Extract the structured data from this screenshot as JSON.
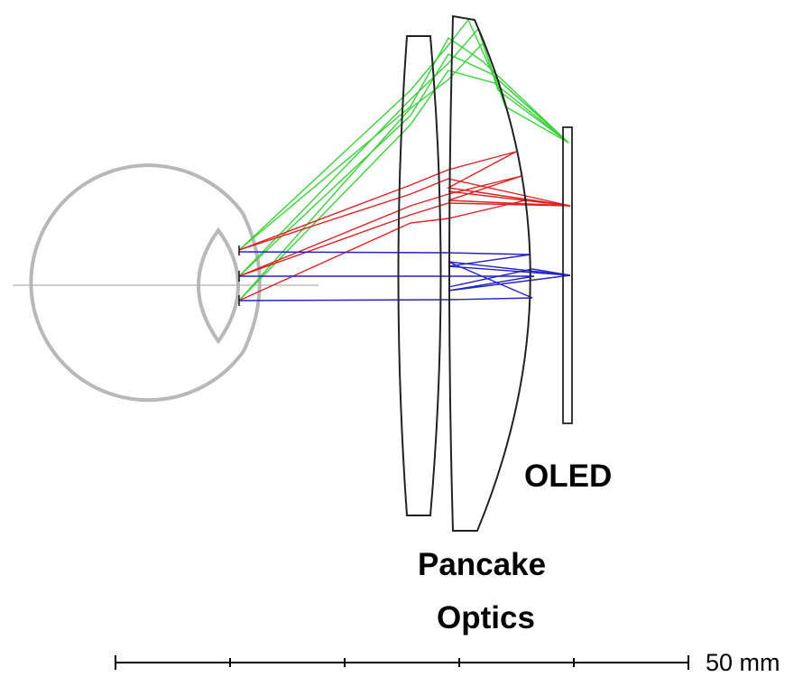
{
  "labels": {
    "display": "OLED",
    "optics_line1": "Pancake",
    "optics_line2": "Optics"
  },
  "scale_bar": {
    "label": "50 mm",
    "length_mm": 50,
    "divisions": 5
  },
  "colors": {
    "eye": "#b8b8b8",
    "optic_axis": "#b0b0b0",
    "lens_outline": "#222222",
    "ray_top_field": "#3ad33a",
    "ray_mid_field": "#e02020",
    "ray_axial_field": "#2424c8",
    "text": "#000000"
  },
  "elements": [
    "eye",
    "pancake-lens-1",
    "pancake-lens-2",
    "oled-panel"
  ],
  "ray_fields": [
    "top-field",
    "mid-field",
    "axial-field"
  ]
}
